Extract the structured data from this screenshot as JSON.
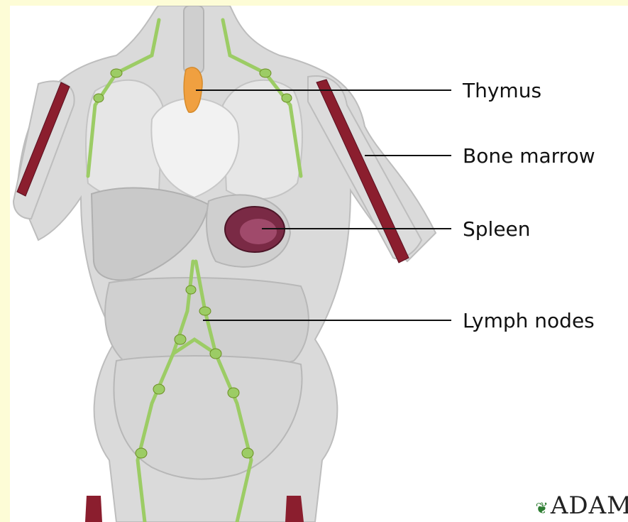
{
  "labels": {
    "thymus": "Thymus",
    "bone_marrow": "Bone marrow",
    "spleen": "Spleen",
    "lymph_nodes": "Lymph nodes"
  },
  "logo": "ADAM",
  "colors": {
    "frame": "#fdfcd6",
    "body": "#d9d9d9",
    "organ": "#c8c8c8",
    "lymph": "#9ccc65",
    "thymus": "#f0a040",
    "marrow": "#8b1e2e",
    "spleen": "#7a2a45"
  }
}
